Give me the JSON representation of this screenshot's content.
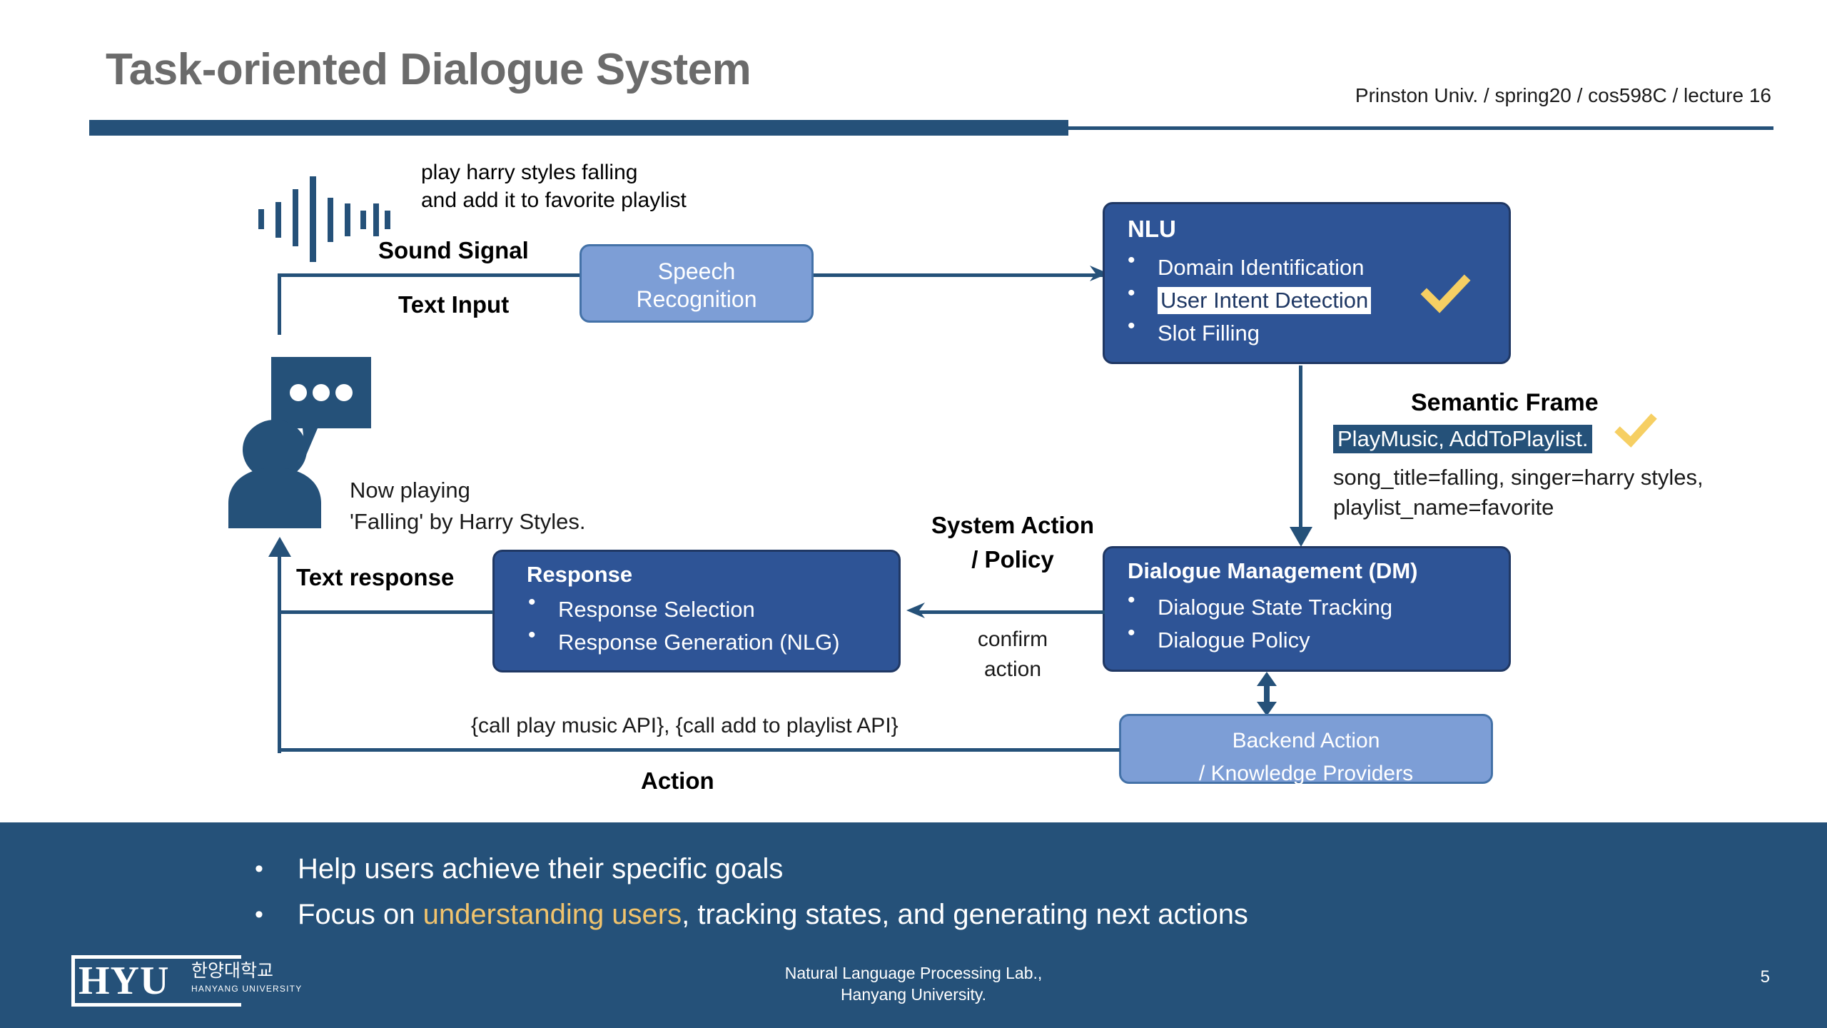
{
  "header": {
    "title": "Task-oriented Dialogue System",
    "meta": "Prinston Univ. / spring20 / cos598C / lecture 16"
  },
  "colors": {
    "brand_blue": "#255179",
    "box_dark": "#2e5496",
    "box_light": "#7d9ed6",
    "accent_gold": "#f0c36d",
    "title_gray": "#6b6b6b"
  },
  "diagram": {
    "utterance": "play harry styles falling\nand add it to favorite playlist",
    "utterance_line1": "play harry styles falling",
    "utterance_line2": "and add it to favorite playlist",
    "sound_signal_label": "Sound Signal",
    "text_input_label": "Text Input",
    "speech_recognition": {
      "line1": "Speech",
      "line2": "Recognition"
    },
    "nlu": {
      "title": "NLU",
      "items": [
        {
          "label": "Domain Identification",
          "highlighted": false
        },
        {
          "label": "User Intent Detection",
          "highlighted": true
        },
        {
          "label": "Slot Filling",
          "highlighted": false
        }
      ],
      "check_icon": "check-icon"
    },
    "semantic_frame": {
      "title": "Semantic Frame",
      "intents": "PlayMusic, AddToPlaylist.",
      "slots_line1": "song_title=falling, singer=harry styles,",
      "slots_line2": "playlist_name=favorite",
      "check_icon": "check-icon"
    },
    "dm": {
      "title": "Dialogue Management (DM)",
      "items": [
        "Dialogue State Tracking",
        "Dialogue Policy"
      ]
    },
    "backend": {
      "line1": "Backend Action",
      "line2": "/ Knowledge Providers"
    },
    "response_box": {
      "title": "Response",
      "items": [
        "Response Selection",
        "Response Generation (NLG)"
      ],
      "nlg_bold": "(NLG)"
    },
    "system_action_label_line1": "System Action",
    "system_action_label_line2": "/ Policy",
    "confirm_action_line1": "confirm",
    "confirm_action_line2": "action",
    "text_response_label": "Text response",
    "assistant_reply_line1": "Now playing",
    "assistant_reply_line2": "'Falling' by Harry Styles.",
    "api_call_label": "{call play music API}, {call add to playlist API}",
    "action_label": "Action",
    "icons": {
      "waveform": "waveform-icon",
      "user": "user-avatar-icon",
      "chat_bubble": "chat-bubble-icon"
    }
  },
  "takeaways": {
    "bullet1": "Help users achieve their specific goals",
    "bullet2_prefix": "Focus on ",
    "bullet2_highlight": "understanding users",
    "bullet2_suffix": ", tracking states, and generating next actions"
  },
  "footer": {
    "lab_line1": "Natural Language Processing Lab.,",
    "lab_line2": "Hanyang University.",
    "page_number": "5",
    "logo": {
      "mark": "HYU",
      "korean": "한양대학교",
      "english": "HANYANG UNIVERSITY"
    }
  }
}
